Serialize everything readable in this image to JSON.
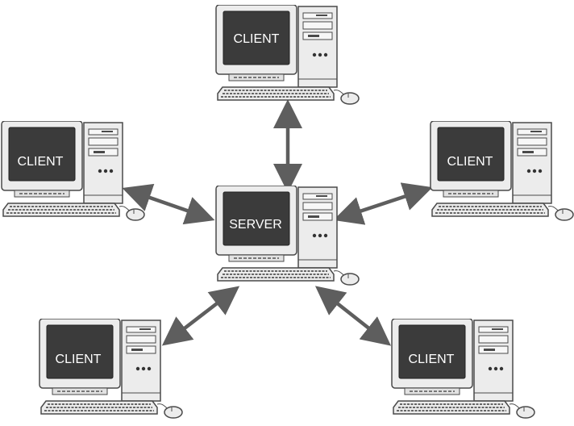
{
  "diagram": {
    "server": {
      "label": "SERVER"
    },
    "clients": [
      {
        "id": "top",
        "label": "CLIENT"
      },
      {
        "id": "left",
        "label": "CLIENT"
      },
      {
        "id": "right",
        "label": "CLIENT"
      },
      {
        "id": "bottom-left",
        "label": "CLIENT"
      },
      {
        "id": "bottom-right",
        "label": "CLIENT"
      }
    ],
    "connections": [
      {
        "from": "server",
        "to": "top",
        "direction": "bidirectional"
      },
      {
        "from": "server",
        "to": "left",
        "direction": "bidirectional"
      },
      {
        "from": "server",
        "to": "right",
        "direction": "bidirectional"
      },
      {
        "from": "server",
        "to": "bottom-left",
        "direction": "bidirectional"
      },
      {
        "from": "server",
        "to": "bottom-right",
        "direction": "bidirectional"
      }
    ],
    "colors": {
      "case": "#ececec",
      "outline": "#4a4a4a",
      "screen": "#3b3b3b",
      "arrow": "#5e5e5e"
    }
  }
}
